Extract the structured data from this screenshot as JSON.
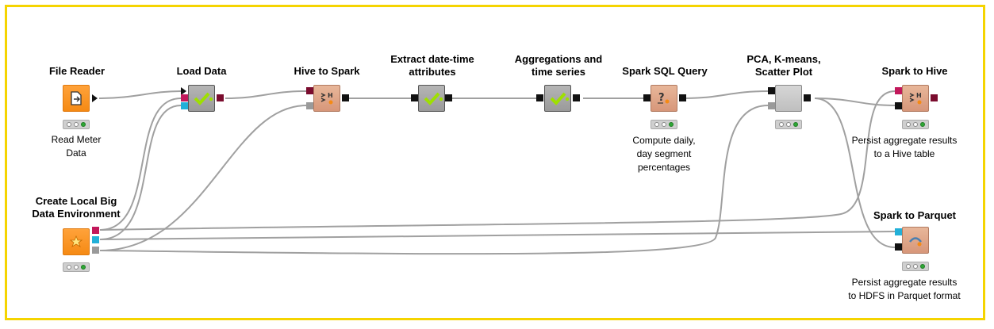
{
  "colors": {
    "frame": "#f5d400",
    "wire": "#a0a0a0",
    "reader_node": "#f58a14",
    "spark_node": "#d7977a",
    "meta_node": "#9a9a9a",
    "status_ok": "#2ea836"
  },
  "nodes": {
    "file_reader": {
      "title": "File Reader",
      "annotation": "Read Meter\nData",
      "icon": "file-import-icon"
    },
    "load_data": {
      "title": "Load Data",
      "icon": "checkmark-icon"
    },
    "hive_to_spark": {
      "title": "Hive to Spark",
      "icon": "hive-to-spark-icon"
    },
    "extract_datetime": {
      "title": "Extract date-time\nattributes",
      "icon": "checkmark-icon"
    },
    "aggregations": {
      "title": "Aggregations and\ntime series",
      "icon": "checkmark-icon"
    },
    "spark_sql": {
      "title": "Spark SQL Query",
      "annotation": "Compute daily,\nday segment\npercentages",
      "icon": "sql-query-icon"
    },
    "pca_kmeans": {
      "title": "PCA, K-means,\nScatter Plot"
    },
    "spark_to_hive": {
      "title": "Spark to Hive",
      "annotation": "Persist aggregate results\nto a Hive table",
      "icon": "spark-to-hive-icon"
    },
    "create_env": {
      "title": "Create Local Big\nData Environment",
      "icon": "star-icon"
    },
    "spark_to_parquet": {
      "title": "Spark to Parquet",
      "annotation": "Persist aggregate results\nto HDFS in Parquet format",
      "icon": "parquet-icon"
    }
  }
}
